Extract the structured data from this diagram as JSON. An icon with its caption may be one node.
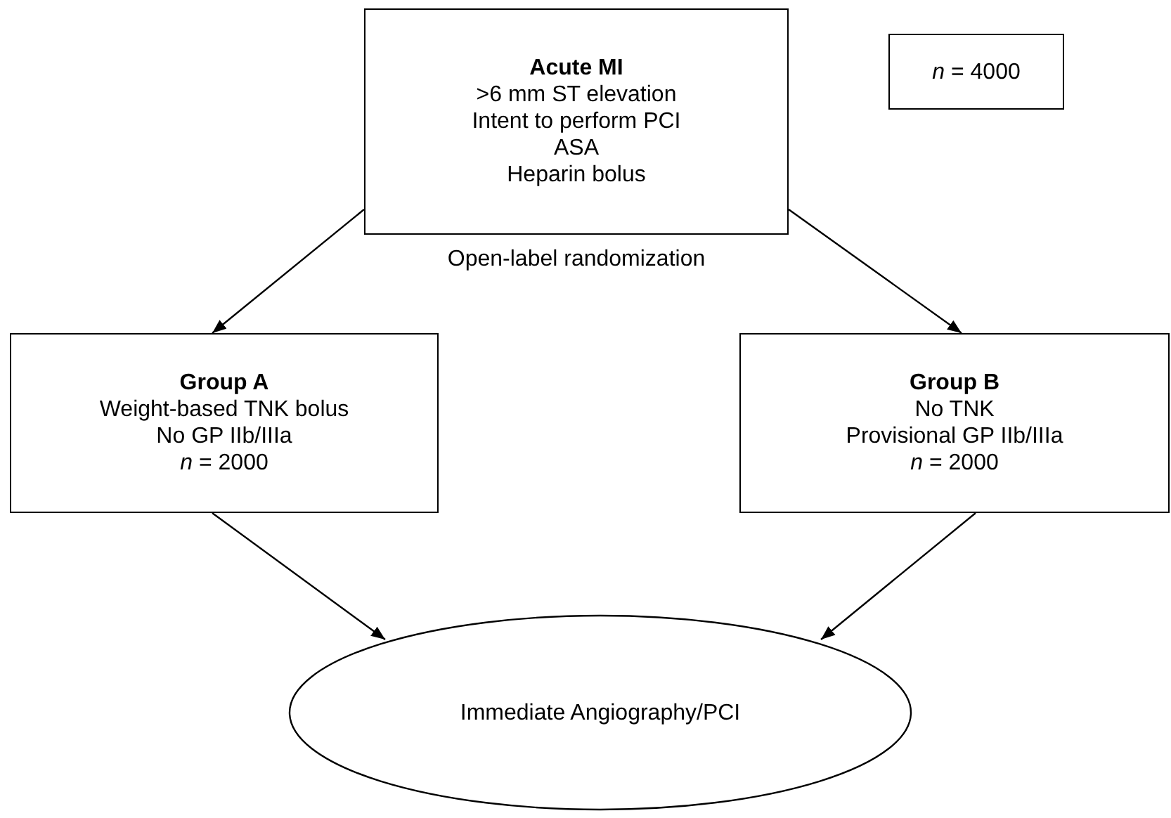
{
  "diagram": {
    "nodes": [
      {
        "text": [
          "Acute MI",
          ">6 mm ST elevation",
          "Intent to perform PCI",
          "ASA",
          "Heparin bolus"
        ],
        "beside": [
          "Open-label randomization"
        ]
      },
      {
        "text": [
          "*n* = 4000"
        ]
      },
      {
        "text": [
          "Group A",
          "Weight-based TNK bolus",
          "No GP IIb/IIIa",
          "*n* = 2000"
        ]
      },
      {
        "text": [
          "Group B",
          "No TNK",
          "Provisional GP IIb/IIIa",
          "*n* = 2000"
        ]
      },
      {
        "text": [
          "Immediate Angiography/PCI"
        ]
      }
    ],
    "edges": [
      {
        "from": 0,
        "to": 2,
        "arrow": "to"
      },
      {
        "from": 0,
        "to": 3,
        "arrow": "to"
      },
      {
        "from": 2,
        "to": 4,
        "arrow": "to"
      },
      {
        "from": 3,
        "to": 4,
        "arrow": "to"
      }
    ]
  }
}
